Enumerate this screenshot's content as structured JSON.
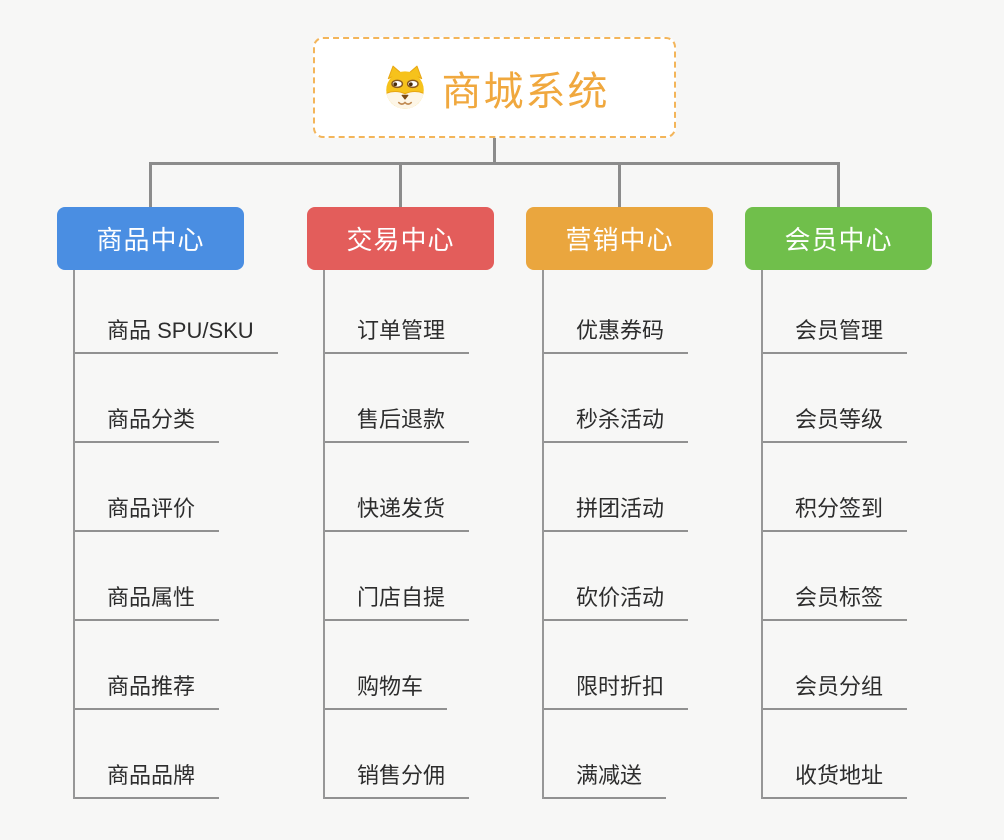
{
  "root": {
    "title": "商城系统",
    "icon": "shiba-dog-icon"
  },
  "colors": {
    "background": "#f7f7f6",
    "root_border": "#f3b55a",
    "root_text": "#f0a83e",
    "connector": "#8c8c8c",
    "item_text": "#2d2d2d",
    "item_underline": "#919191"
  },
  "branches": [
    {
      "label": "商品中心",
      "color": "#4a8ee2",
      "items": [
        "商品 SPU/SKU",
        "商品分类",
        "商品评价",
        "商品属性",
        "商品推荐",
        "商品品牌"
      ]
    },
    {
      "label": "交易中心",
      "color": "#e35d5b",
      "items": [
        "订单管理",
        "售后退款",
        "快递发货",
        "门店自提",
        "购物车",
        "销售分佣"
      ]
    },
    {
      "label": "营销中心",
      "color": "#eaa63e",
      "items": [
        "优惠券码",
        "秒杀活动",
        "拼团活动",
        "砍价活动",
        "限时折扣",
        "满减送"
      ]
    },
    {
      "label": "会员中心",
      "color": "#70bf4b",
      "items": [
        "会员管理",
        "会员等级",
        "积分签到",
        "会员标签",
        "会员分组",
        "收货地址"
      ]
    }
  ]
}
